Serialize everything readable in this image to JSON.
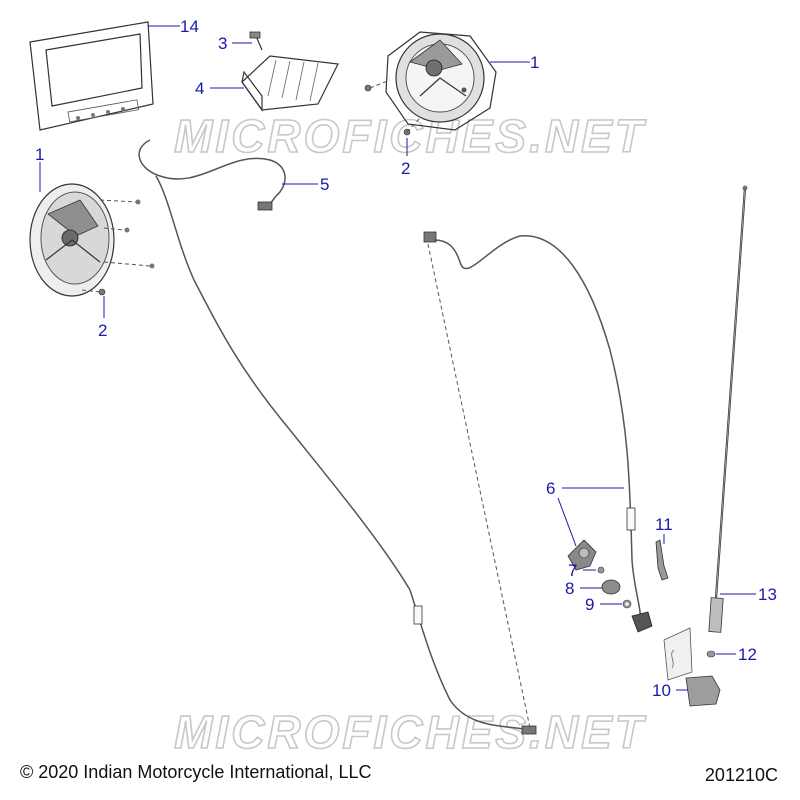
{
  "callouts": [
    {
      "id": "1a",
      "label": "1"
    },
    {
      "id": "1b",
      "label": "1"
    },
    {
      "id": "2a",
      "label": "2"
    },
    {
      "id": "2b",
      "label": "2"
    },
    {
      "id": "3",
      "label": "3"
    },
    {
      "id": "4",
      "label": "4"
    },
    {
      "id": "5",
      "label": "5"
    },
    {
      "id": "6",
      "label": "6"
    },
    {
      "id": "7",
      "label": "7"
    },
    {
      "id": "8",
      "label": "8"
    },
    {
      "id": "9",
      "label": "9"
    },
    {
      "id": "10",
      "label": "10"
    },
    {
      "id": "11",
      "label": "11"
    },
    {
      "id": "12",
      "label": "12"
    },
    {
      "id": "13",
      "label": "13"
    },
    {
      "id": "14",
      "label": "14"
    }
  ],
  "watermark": {
    "text": "MICROFICHES.NET"
  },
  "footer": {
    "copyright": "© 2020 Indian Motorcycle International, LLC",
    "diagram_id": "201210C"
  },
  "colors": {
    "callout": "#1a1aa8",
    "watermark": "#cfcfcf",
    "line": "#333333"
  }
}
